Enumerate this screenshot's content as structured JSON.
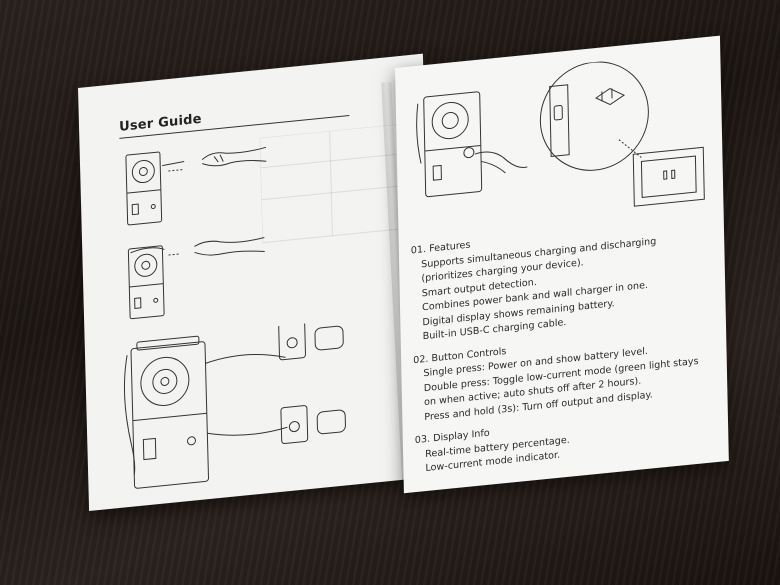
{
  "left_page": {
    "title": "User Guide"
  },
  "right_page": {
    "features_heading": "01. Features",
    "features": [
      "Supports simultaneous charging and discharging",
      "(prioritizes charging your device).",
      "Smart output detection.",
      "Combines power bank and wall charger in one.",
      "Digital display shows remaining battery.",
      "Built-in USB-C charging cable."
    ],
    "button_heading": "02. Button Controls",
    "buttons": [
      "Single press: Power on and show battery level.",
      "Double press: Toggle low-current mode (green light stays",
      "on when active; auto shuts off after 2 hours).",
      "Press and hold (3s): Turn off output and display."
    ],
    "display_heading": "03. Display Info",
    "display": [
      "Real-time battery percentage.",
      "Low-current mode indicator."
    ]
  }
}
